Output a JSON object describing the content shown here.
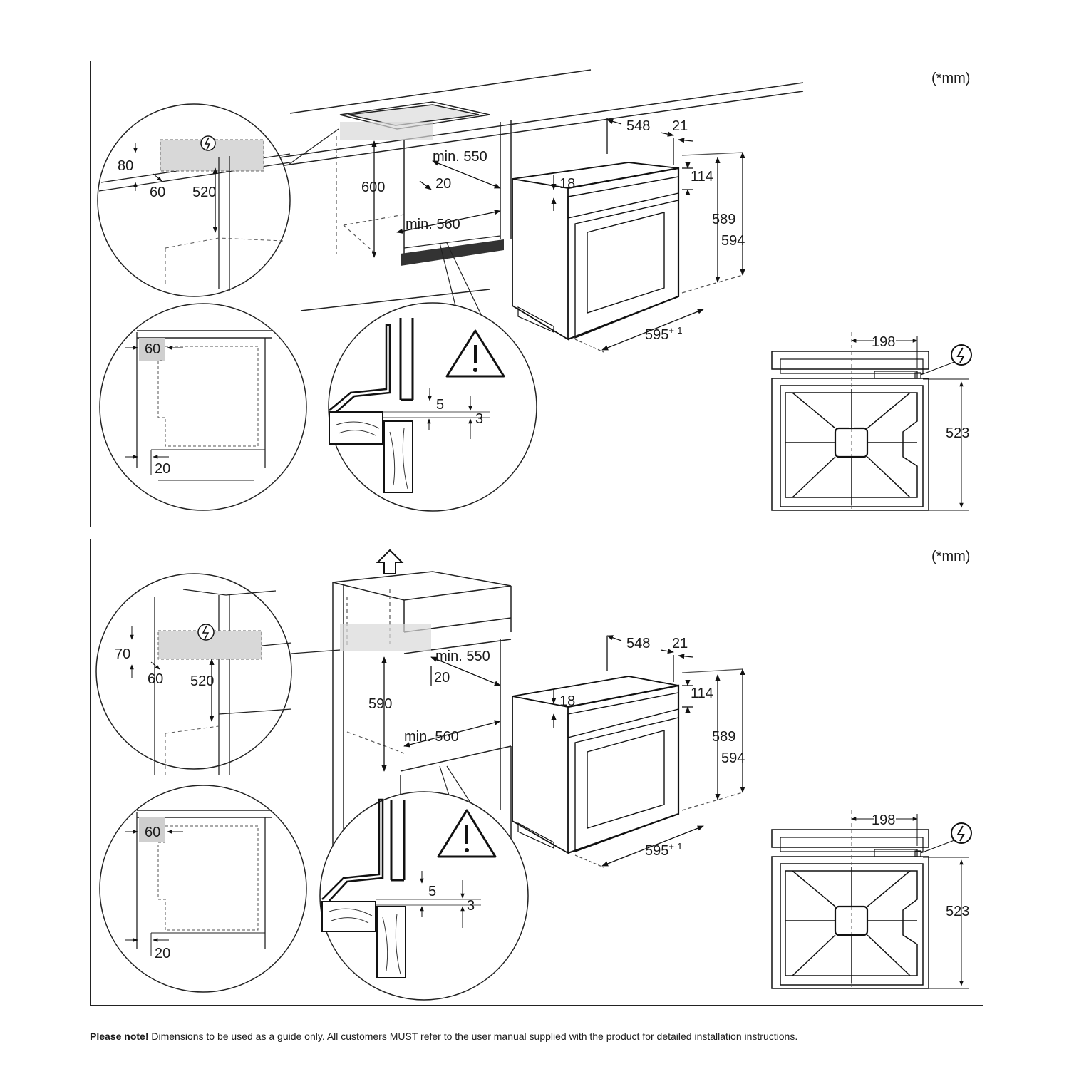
{
  "unit_label": "(*mm)",
  "note": {
    "bold": "Please note!",
    "text": " Dimensions to be used as a guide only. All customers MUST refer to the user manual supplied with the product for detailed installation instructions."
  },
  "panel1": {
    "dims": {
      "d80": "80",
      "d60a": "60",
      "d520": "520",
      "d600": "600",
      "min550": "min. 550",
      "d20a": "20",
      "min560": "min. 560",
      "d548": "548",
      "d21": "21",
      "d18": "18",
      "d114": "114",
      "d589": "589",
      "d594": "594",
      "d595": "595",
      "d595sup": "+-1",
      "d60b": "60",
      "d20b": "20",
      "d5": "5",
      "d3": "3",
      "d198": "198",
      "d523": "523"
    }
  },
  "panel2": {
    "dims": {
      "d70": "70",
      "d60a": "60",
      "d520": "520",
      "d590": "590",
      "min550": "min. 550",
      "d20a": "20",
      "min560": "min. 560",
      "d548": "548",
      "d21": "21",
      "d18": "18",
      "d114": "114",
      "d589": "589",
      "d594": "594",
      "d595": "595",
      "d595sup": "+-1",
      "d60b": "60",
      "d20b": "20",
      "d5": "5",
      "d3": "3",
      "d198": "198",
      "d523": "523"
    }
  },
  "icons": [
    "power-connection-icon",
    "warning-triangle-icon",
    "up-arrow-icon"
  ]
}
